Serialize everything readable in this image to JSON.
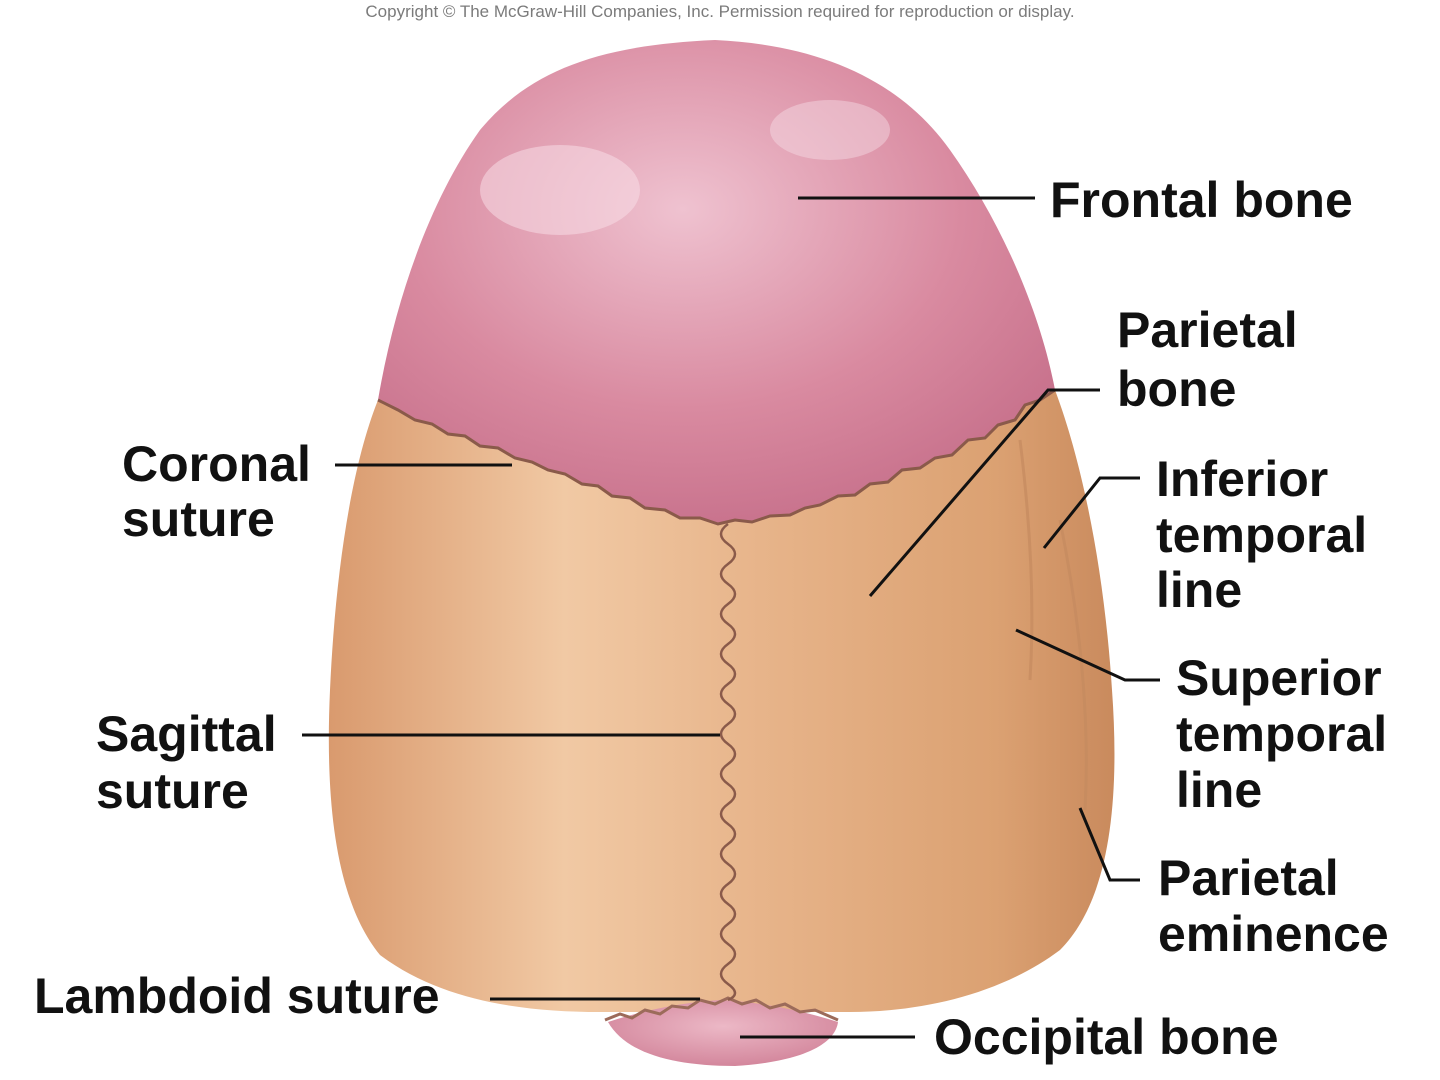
{
  "copyright": "Copyright © The McGraw-Hill Companies, Inc. Permission required for reproduction or display.",
  "labels": {
    "frontal_bone": "Frontal bone",
    "parietal_bone_1": "Parietal",
    "parietal_bone_2": "bone",
    "inferior_temporal_line_1": "Inferior",
    "inferior_temporal_line_2": "temporal",
    "inferior_temporal_line_3": "line",
    "superior_temporal_line_1": "Superior",
    "superior_temporal_line_2": "temporal",
    "superior_temporal_line_3": "line",
    "parietal_eminence_1": "Parietal",
    "parietal_eminence_2": "eminence",
    "coronal_suture_1": "Coronal",
    "coronal_suture_2": "suture",
    "sagittal_suture_1": "Sagittal",
    "sagittal_suture_2": "suture",
    "lambdoid_suture": "Lambdoid suture",
    "occipital_bone": "Occipital bone"
  },
  "colors": {
    "frontal_bone": "#d98aa0",
    "parietal_bone": "#e0a97e",
    "occipital_bone": "#dc8ea2",
    "suture_line": "#8a5a4a",
    "leader_line": "#111111"
  }
}
